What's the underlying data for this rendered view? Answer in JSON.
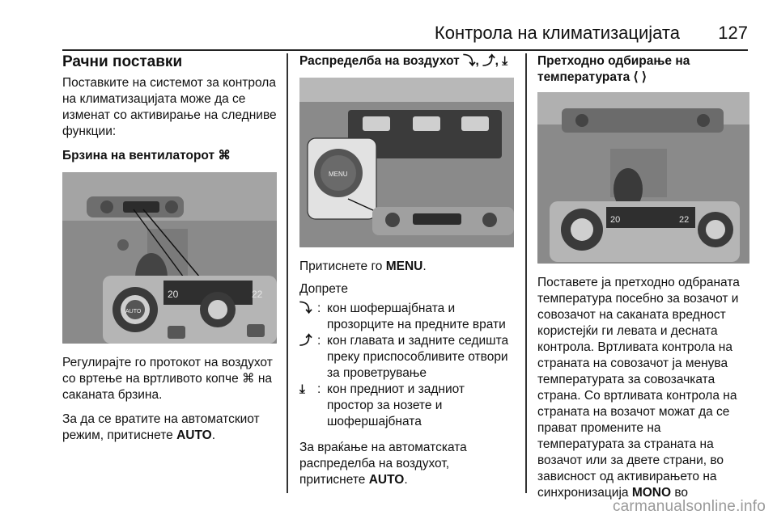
{
  "header": {
    "title": "Контрола на климатизацијата",
    "page_number": "127"
  },
  "col1": {
    "heading": "Рачни поставки",
    "intro": "Поставките на системот за контрола на климатизацијата може да се изменат со активирање на следниве функции:",
    "fan_heading": "Брзина на вентилаторот ⌘",
    "fig_labels": {
      "temp_left": "20",
      "temp_right": "22",
      "auto": "AUTO"
    },
    "para1": "Регулирајте го протокот на воздухот со вртење на вртливото копче ⌘ на саканата брзина.",
    "para2_pre": "За да се вратите на автоматскиот режим, притиснете ",
    "para2_bold": "AUTO",
    "para2_post": "."
  },
  "col2": {
    "heading": "Распределба на воздухот ⤵, ⤴, ⤓",
    "fig_labels": {
      "menu": "MENU"
    },
    "press_pre": "Притиснете го ",
    "press_bold": "MENU",
    "press_post": ".",
    "touch": "Допрете",
    "defs": [
      {
        "icon": "⤵",
        "colon": ":",
        "text": "кон шофершајбната и прозорците на предните врати"
      },
      {
        "icon": "⤴",
        "colon": ":",
        "text": "кон главата и задните седишта преку приспособливите отвори за проветрување"
      },
      {
        "icon": "⤓",
        "colon": ":",
        "text": "кон предниот и задниот простор за нозете и шофершајбната"
      }
    ],
    "auto_pre": "За враќање на автоматската распределба на воздухот, притиснете ",
    "auto_bold": "AUTO",
    "auto_post": "."
  },
  "col3": {
    "heading": "Претходно одбирање на температурата ⟨ ⟩",
    "fig_labels": {
      "temp_left": "20",
      "temp_right": "22"
    },
    "para_pre": "Поставете ја претходно одбраната температура посебно за возачот и совозачот на саканата вредност користејќи ги левата и десната контрола. Вртливата контрола на страната на совозачот ја менува температурата за совозачката страна. Со вртливата контрола на страната на возачот можат да се прават промените на температурата за страната на возачот или за двете страни, во зависност од активирањето на синхронизација ",
    "para_bold": "MONO",
    "para_post": " во"
  },
  "watermark": "carmanualsonline.info"
}
